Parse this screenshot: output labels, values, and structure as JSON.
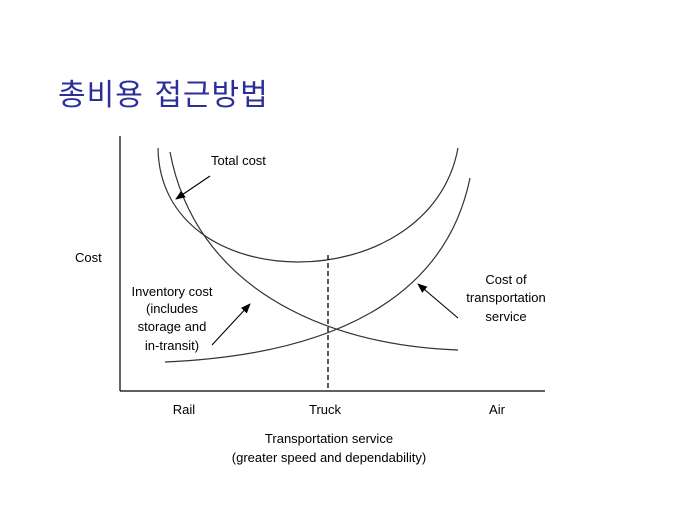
{
  "title": "총비용 접근방법",
  "diagram": {
    "y_axis_label": "Cost",
    "x_ticks": [
      "Rail",
      "Truck",
      "Air"
    ],
    "x_axis_title_line1": "Transportation service",
    "x_axis_title_line2": "(greater speed and dependability)",
    "curves": {
      "total_cost": {
        "label": "Total cost"
      },
      "inventory_cost": {
        "label_lines": [
          "Inventory cost",
          "(includes",
          "storage and",
          "in-transit)"
        ]
      },
      "transportation_cost": {
        "label_lines": [
          "Cost of",
          "transportation",
          "service"
        ]
      }
    },
    "colors": {
      "title": "#2b2f9a",
      "lines": "#333333"
    }
  }
}
